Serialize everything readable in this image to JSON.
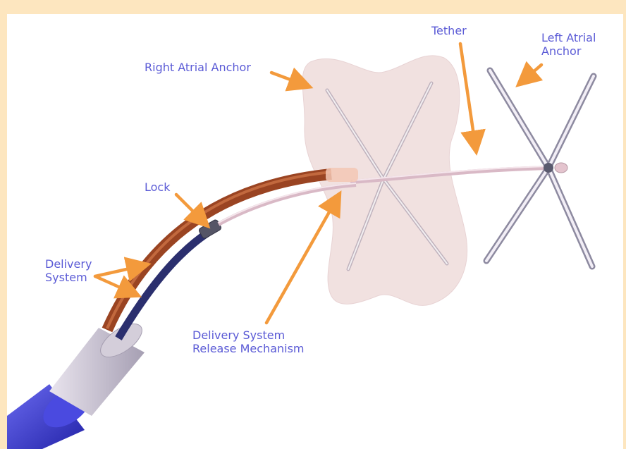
{
  "labels": {
    "right_atrial_anchor": "Right Atrial Anchor",
    "tether": "Tether",
    "left_atrial_anchor": [
      "Left Atrial",
      "Anchor"
    ],
    "lock": "Lock",
    "delivery_system": [
      "Delivery",
      "System"
    ],
    "release_mechanism": [
      "Delivery System",
      "Release Mechanism"
    ]
  },
  "colors": {
    "page_background": "#fde6bf",
    "label_text": "#5b5bd6",
    "arrow": "#f39a3c",
    "outer_catheter": "#3535c8",
    "inner_sheath": "#c7c0d0",
    "brown_catheter": "#9a4422",
    "dark_catheter": "#2b2f6e",
    "tether": "#d9b9c6",
    "anchor_fabric": "#f0dedd"
  }
}
